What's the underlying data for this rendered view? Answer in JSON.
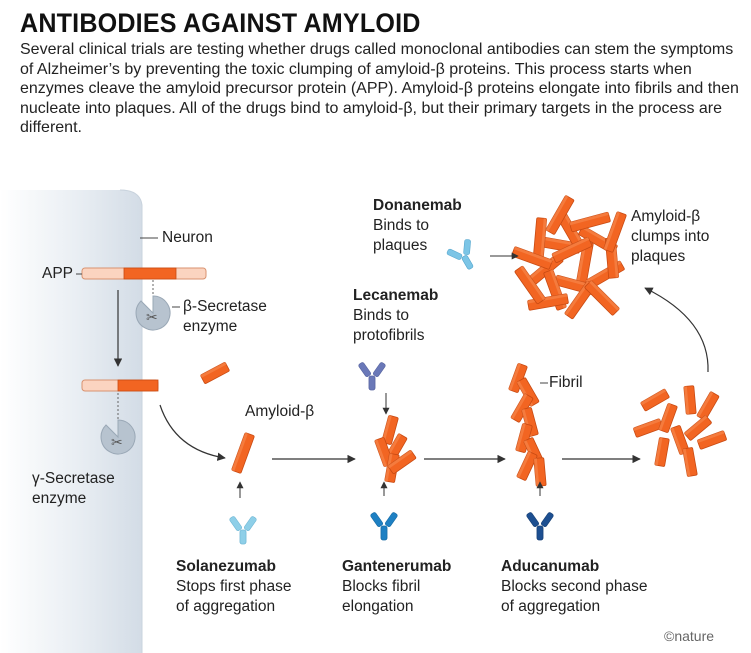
{
  "header": {
    "title": "ANTIBODIES AGAINST AMYLOID",
    "intro": "Several clinical trials are testing whether drugs called monoclonal antibodies can stem the symptoms of Alzheimer’s by preventing the toxic clumping of amyloid-β proteins. This process starts when enzymes cleave the amyloid precursor protein (APP). Amyloid-β proteins elongate into fibrils and then nucleate into plaques. All of the drugs bind to amyloid-β, but their primary targets in the process are different."
  },
  "diagram": {
    "neuron_label": "Neuron",
    "app_label": "APP",
    "beta_secretase": [
      "β-Secretase",
      "enzyme"
    ],
    "gamma_secretase": [
      "γ-Secretase",
      "enzyme"
    ],
    "amyloid_beta_label": "Amyloid-β",
    "fibril_label": "Fibril",
    "clumps_label": [
      "Amyloid-β",
      "clumps into",
      "plaques"
    ],
    "drugs": {
      "donanemab": {
        "name": "Donanemab",
        "desc": [
          "Binds to",
          "plaques"
        ]
      },
      "lecanemab": {
        "name": "Lecanemab",
        "desc": [
          "Binds to",
          "protofibrils"
        ]
      },
      "solanezumab": {
        "name": "Solanezumab",
        "desc": [
          "Stops first phase",
          "of aggregation"
        ]
      },
      "gantenerumab": {
        "name": "Gantenerumab",
        "desc": [
          "Blocks fibril",
          "elongation"
        ]
      },
      "aducanumab": {
        "name": "Aducanumab",
        "desc": [
          "Blocks second phase",
          "of aggregation"
        ]
      }
    },
    "credit": "©nature"
  },
  "colors": {
    "rod": "#f26522",
    "rod_dark": "#c84a12",
    "membrane": "#d9e1ea",
    "membrane_edge": "#c3cfdb",
    "enzyme": "#b7c3cf",
    "solanezumab": "#8ecfe8",
    "donanemab": "#7cc5e6",
    "lecanemab": "#6a78b8",
    "gantenerumab": "#1e80c3",
    "aducanumab": "#1d4f91"
  }
}
